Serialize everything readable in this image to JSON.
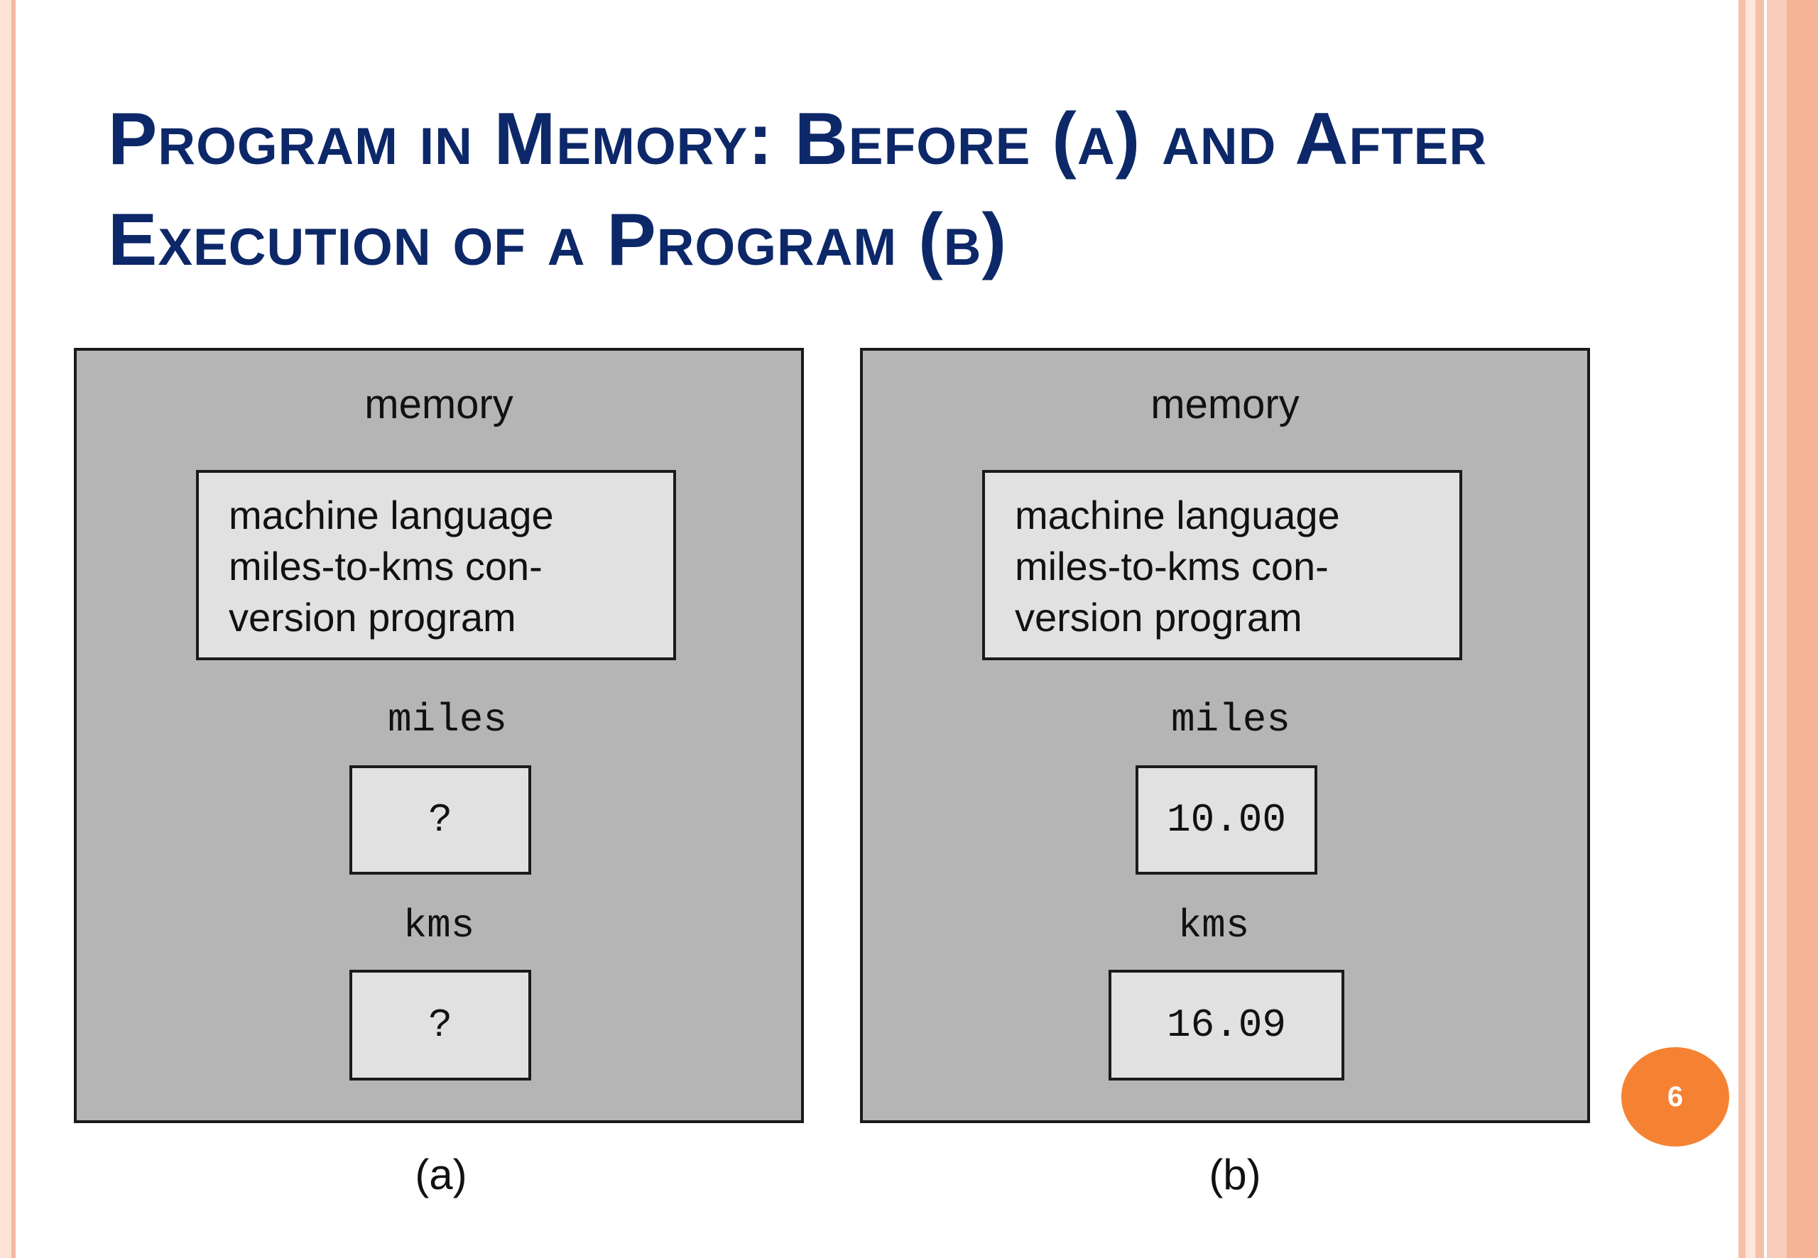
{
  "slide": {
    "title": "Program in Memory: Before (a) and After Execution of a Program (b)",
    "number": "6"
  },
  "panels": [
    {
      "memory_label": "memory",
      "program_lines": [
        "machine language",
        "miles-to-kms con-",
        "version program"
      ],
      "miles_label": "miles",
      "miles_value": "?",
      "kms_label": "kms",
      "kms_value": "?",
      "caption": "(a)"
    },
    {
      "memory_label": "memory",
      "program_lines": [
        "machine language",
        "miles-to-kms con-",
        "version program"
      ],
      "miles_label": "miles",
      "miles_value": "10.00",
      "kms_label": "kms",
      "kms_value": "16.09",
      "caption": "(b)"
    }
  ]
}
